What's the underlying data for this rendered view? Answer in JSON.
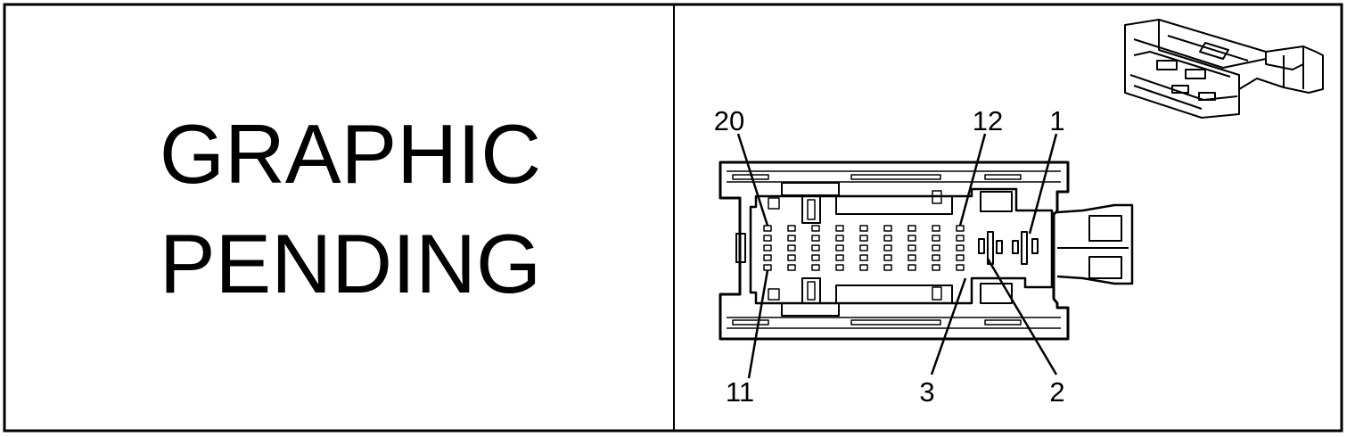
{
  "placeholder": {
    "line1": "GRAPHIC",
    "line2": "PENDING"
  },
  "connector": {
    "pin_labels": {
      "p20": "20",
      "p12": "12",
      "p1": "1",
      "p11": "11",
      "p3": "3",
      "p2": "2"
    }
  }
}
